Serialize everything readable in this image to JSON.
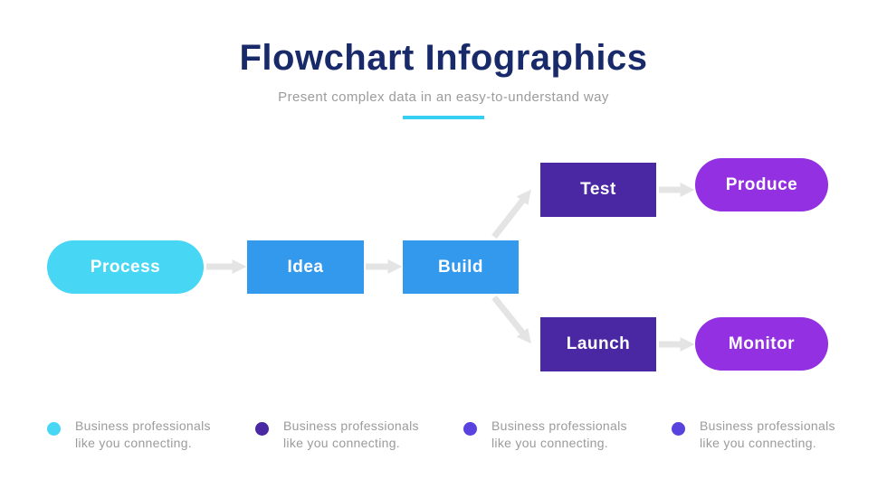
{
  "header": {
    "title": "Flowchart Infographics",
    "subtitle": "Present complex data in an easy-to-understand way",
    "underline_color": "#35d0f2",
    "title_color": "#192a6b",
    "subtitle_color": "#9c9c9c"
  },
  "flowchart": {
    "nodes": [
      {
        "label": "Process",
        "shape": "pill",
        "color": "#47d7f5"
      },
      {
        "label": "Idea",
        "shape": "rect",
        "color": "#3399ec"
      },
      {
        "label": "Build",
        "shape": "rect",
        "color": "#3399ec"
      },
      {
        "label": "Test",
        "shape": "rect",
        "color": "#4a28a3"
      },
      {
        "label": "Produce",
        "shape": "pill",
        "color": "#9230e2"
      },
      {
        "label": "Launch",
        "shape": "rect",
        "color": "#4a28a3"
      },
      {
        "label": "Monitor",
        "shape": "pill",
        "color": "#9230e2"
      }
    ],
    "connectors": [
      {
        "from": "Process",
        "to": "Idea"
      },
      {
        "from": "Idea",
        "to": "Build"
      },
      {
        "from": "Build",
        "to": "Test"
      },
      {
        "from": "Build",
        "to": "Launch"
      },
      {
        "from": "Test",
        "to": "Produce"
      },
      {
        "from": "Launch",
        "to": "Monitor"
      }
    ],
    "connector_color": "#e4e4e4"
  },
  "legend": {
    "items": [
      {
        "dot_color": "#47d7f5",
        "line1": "Business professionals",
        "line2": "like you connecting."
      },
      {
        "dot_color": "#4a28a3",
        "line1": "Business professionals",
        "line2": "like you connecting."
      },
      {
        "dot_color": "#5843df",
        "line1": "Business professionals",
        "line2": "like you connecting."
      },
      {
        "dot_color": "#5843df",
        "line1": "Business professionals",
        "line2": "like you connecting."
      }
    ]
  }
}
